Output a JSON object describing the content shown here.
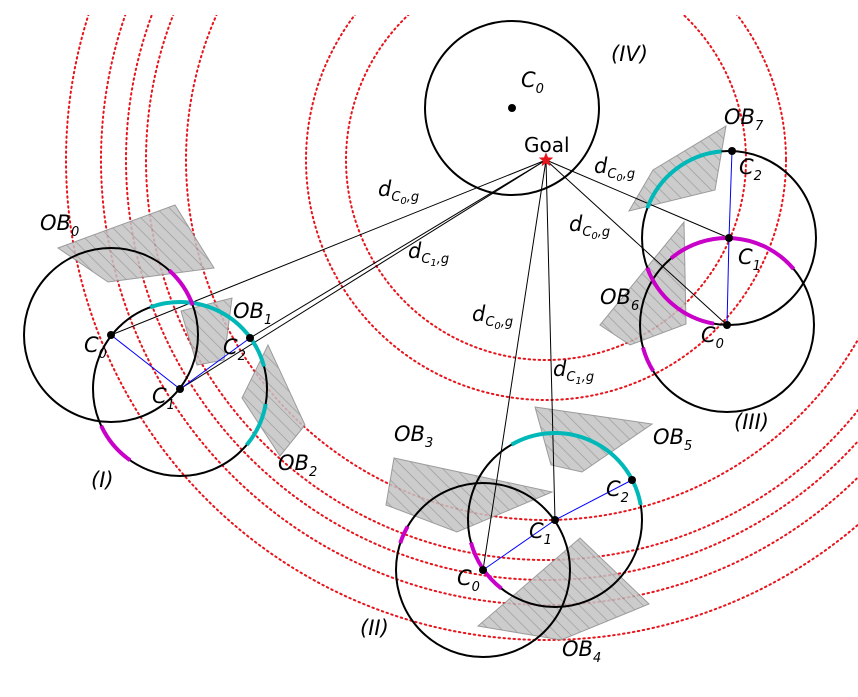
{
  "colors": {
    "field": "#e8141c",
    "circle": "#000000",
    "obstacle_fill": "#c4c4c4",
    "obstacle_edge": "#8a8a8a",
    "reachable_arc": "#00b8b8",
    "blocked_arc": "#c800c8",
    "chain_line": "#0000ff",
    "distance_line": "#000000",
    "goal_marker": "#e8141c"
  },
  "icons": {
    "goal": "star-icon"
  },
  "labels": {
    "goal": "Goal",
    "d_c0_g": {
      "base": "d",
      "sub": "C",
      "subsub": "0",
      "tail": ",g"
    },
    "d_c1_g": {
      "base": "d",
      "sub": "C",
      "subsub": "1",
      "tail": ",g"
    },
    "cases": {
      "I": "(I)",
      "II": "(II)",
      "III": "(III)",
      "IV": "(IV)"
    },
    "obstacles": {
      "OB0": {
        "base": "OB",
        "sub": "0"
      },
      "OB1": {
        "base": "OB",
        "sub": "1"
      },
      "OB2": {
        "base": "OB",
        "sub": "2"
      },
      "OB3": {
        "base": "OB",
        "sub": "3"
      },
      "OB4": {
        "base": "OB",
        "sub": "4"
      },
      "OB5": {
        "base": "OB",
        "sub": "5"
      },
      "OB6": {
        "base": "OB",
        "sub": "6"
      },
      "OB7": {
        "base": "OB",
        "sub": "7"
      }
    },
    "centers": {
      "C0": {
        "base": "C",
        "sub": "0"
      },
      "C1": {
        "base": "C",
        "sub": "1"
      },
      "C2": {
        "base": "C",
        "sub": "2"
      }
    }
  }
}
